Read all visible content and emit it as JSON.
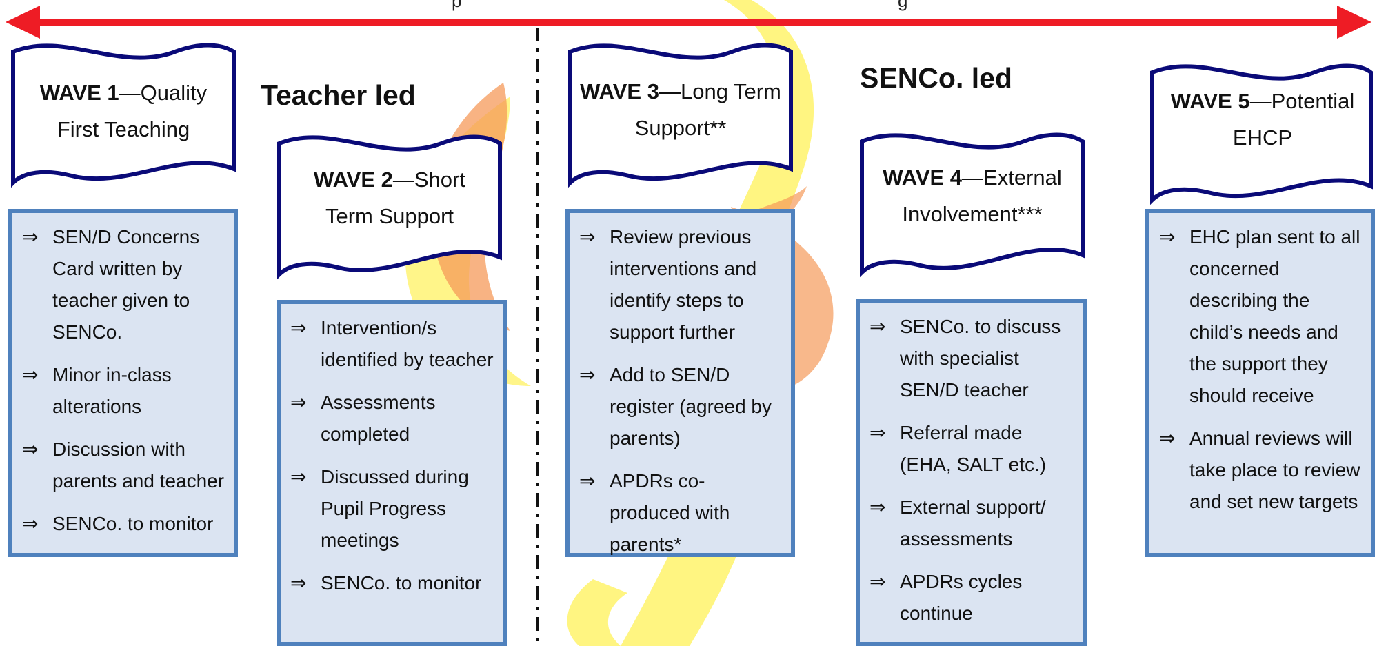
{
  "colors": {
    "arrow": "#ee1c25",
    "banner_border": "#0a0a78",
    "card_border": "#4f81bd",
    "card_fill": "#dbe4f2",
    "swoosh_yellow": "#fff36b",
    "swoosh_orange": "#f59a5a"
  },
  "header": {
    "partial_left": "p",
    "partial_right": "g"
  },
  "labels": {
    "teacher_led": "Teacher led",
    "senco_led": "SENCo. led"
  },
  "bullet_icon": "⇒",
  "waves": [
    {
      "title_bold": "WAVE 1",
      "title_rest": "—Quality First Teaching",
      "items": [
        "SEN/D Concerns Card written by teacher given to SENCo.",
        "Minor in-class alterations",
        "Discussion with parents and teacher",
        "SENCo. to monitor"
      ]
    },
    {
      "title_bold": "WAVE 2",
      "title_rest": "—Short Term Support",
      "items": [
        "Intervention/s identified by teacher",
        "Assessments completed",
        "Discussed during Pupil Progress meetings",
        "SENCo. to monitor"
      ]
    },
    {
      "title_bold": "WAVE 3",
      "title_rest": "—Long Term Support**",
      "items": [
        "Review previous interventions and identify steps to support further",
        "Add to SEN/D register (agreed by parents)",
        "APDRs co-produced with parents*"
      ]
    },
    {
      "title_bold": "WAVE 4",
      "title_rest": "—External Involvement***",
      "items": [
        "SENCo. to discuss with specialist SEN/D teacher",
        "Referral made (EHA, SALT etc.)",
        "External support/ assessments",
        "APDRs cycles continue"
      ]
    },
    {
      "title_bold": "WAVE 5",
      "title_rest": "—Potential EHCP",
      "items": [
        "EHC plan sent to all concerned describing the child’s needs and the support they should receive",
        "Annual reviews will take place to review and set new targets"
      ]
    }
  ]
}
